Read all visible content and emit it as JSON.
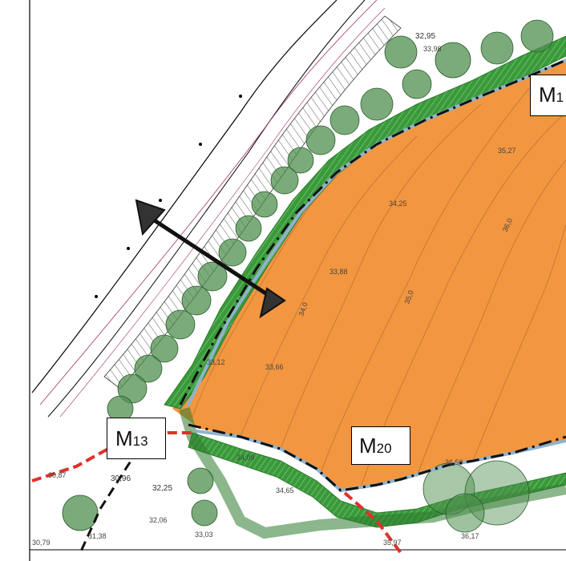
{
  "plan_labels": [
    {
      "prefix": "M",
      "sub": "13"
    },
    {
      "prefix": "M",
      "sub": "20"
    },
    {
      "prefix": "M",
      "sub": "1"
    }
  ],
  "elevations": {
    "area": [
      "35,27",
      "34,25",
      "33,88",
      "33,66",
      "34,09",
      "34,65",
      "33,03",
      "32,06",
      "31,38",
      "36,50",
      "35,97",
      "36,17",
      "33,12"
    ],
    "contours": [
      "36,0",
      "35,0",
      "34,0"
    ],
    "edge": [
      "32,95",
      "33,98",
      "30,96",
      "32,25",
      "30,79",
      "30,87"
    ]
  },
  "colors": {
    "area_fill": "#f39640",
    "border_green": "#3a9a3a",
    "tree_fill": "#4f8f4f",
    "boundary_blue": "#8fb3cc",
    "red_dash": "#e0302a"
  }
}
